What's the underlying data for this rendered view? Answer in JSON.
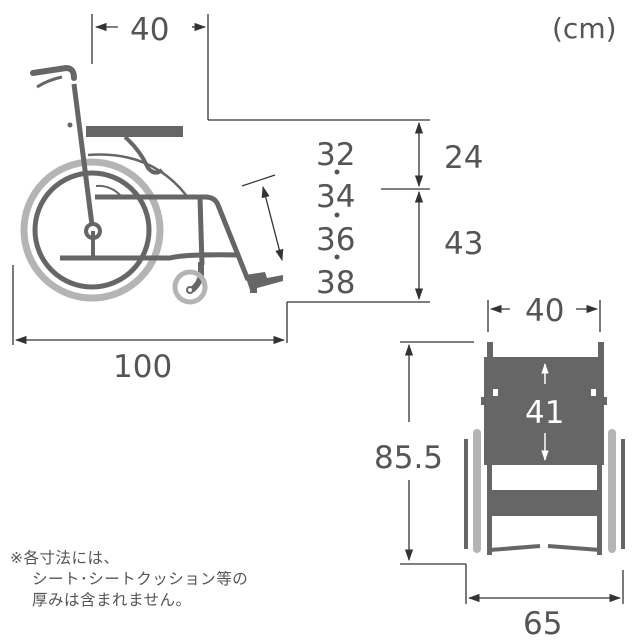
{
  "unit_label": "(cm)",
  "colors": {
    "frame": "#666666",
    "wheel_light": "#b4b4b4",
    "dimension_line": "#333333",
    "text": "#555555",
    "background": "#ffffff"
  },
  "side_view": {
    "backrest_offset": "40",
    "total_length": "100",
    "armrest_height_above_seat": "24",
    "seat_height": "43",
    "leg_length_options": [
      "32",
      "34",
      "36",
      "38"
    ]
  },
  "rear_view": {
    "seat_width": "40",
    "backrest_height": "41",
    "total_height": "85.5",
    "total_width": "65"
  },
  "note": {
    "line1": "※各寸法には、",
    "line2": "シート･シートクッション等の",
    "line3": "厚みは含まれません。"
  }
}
